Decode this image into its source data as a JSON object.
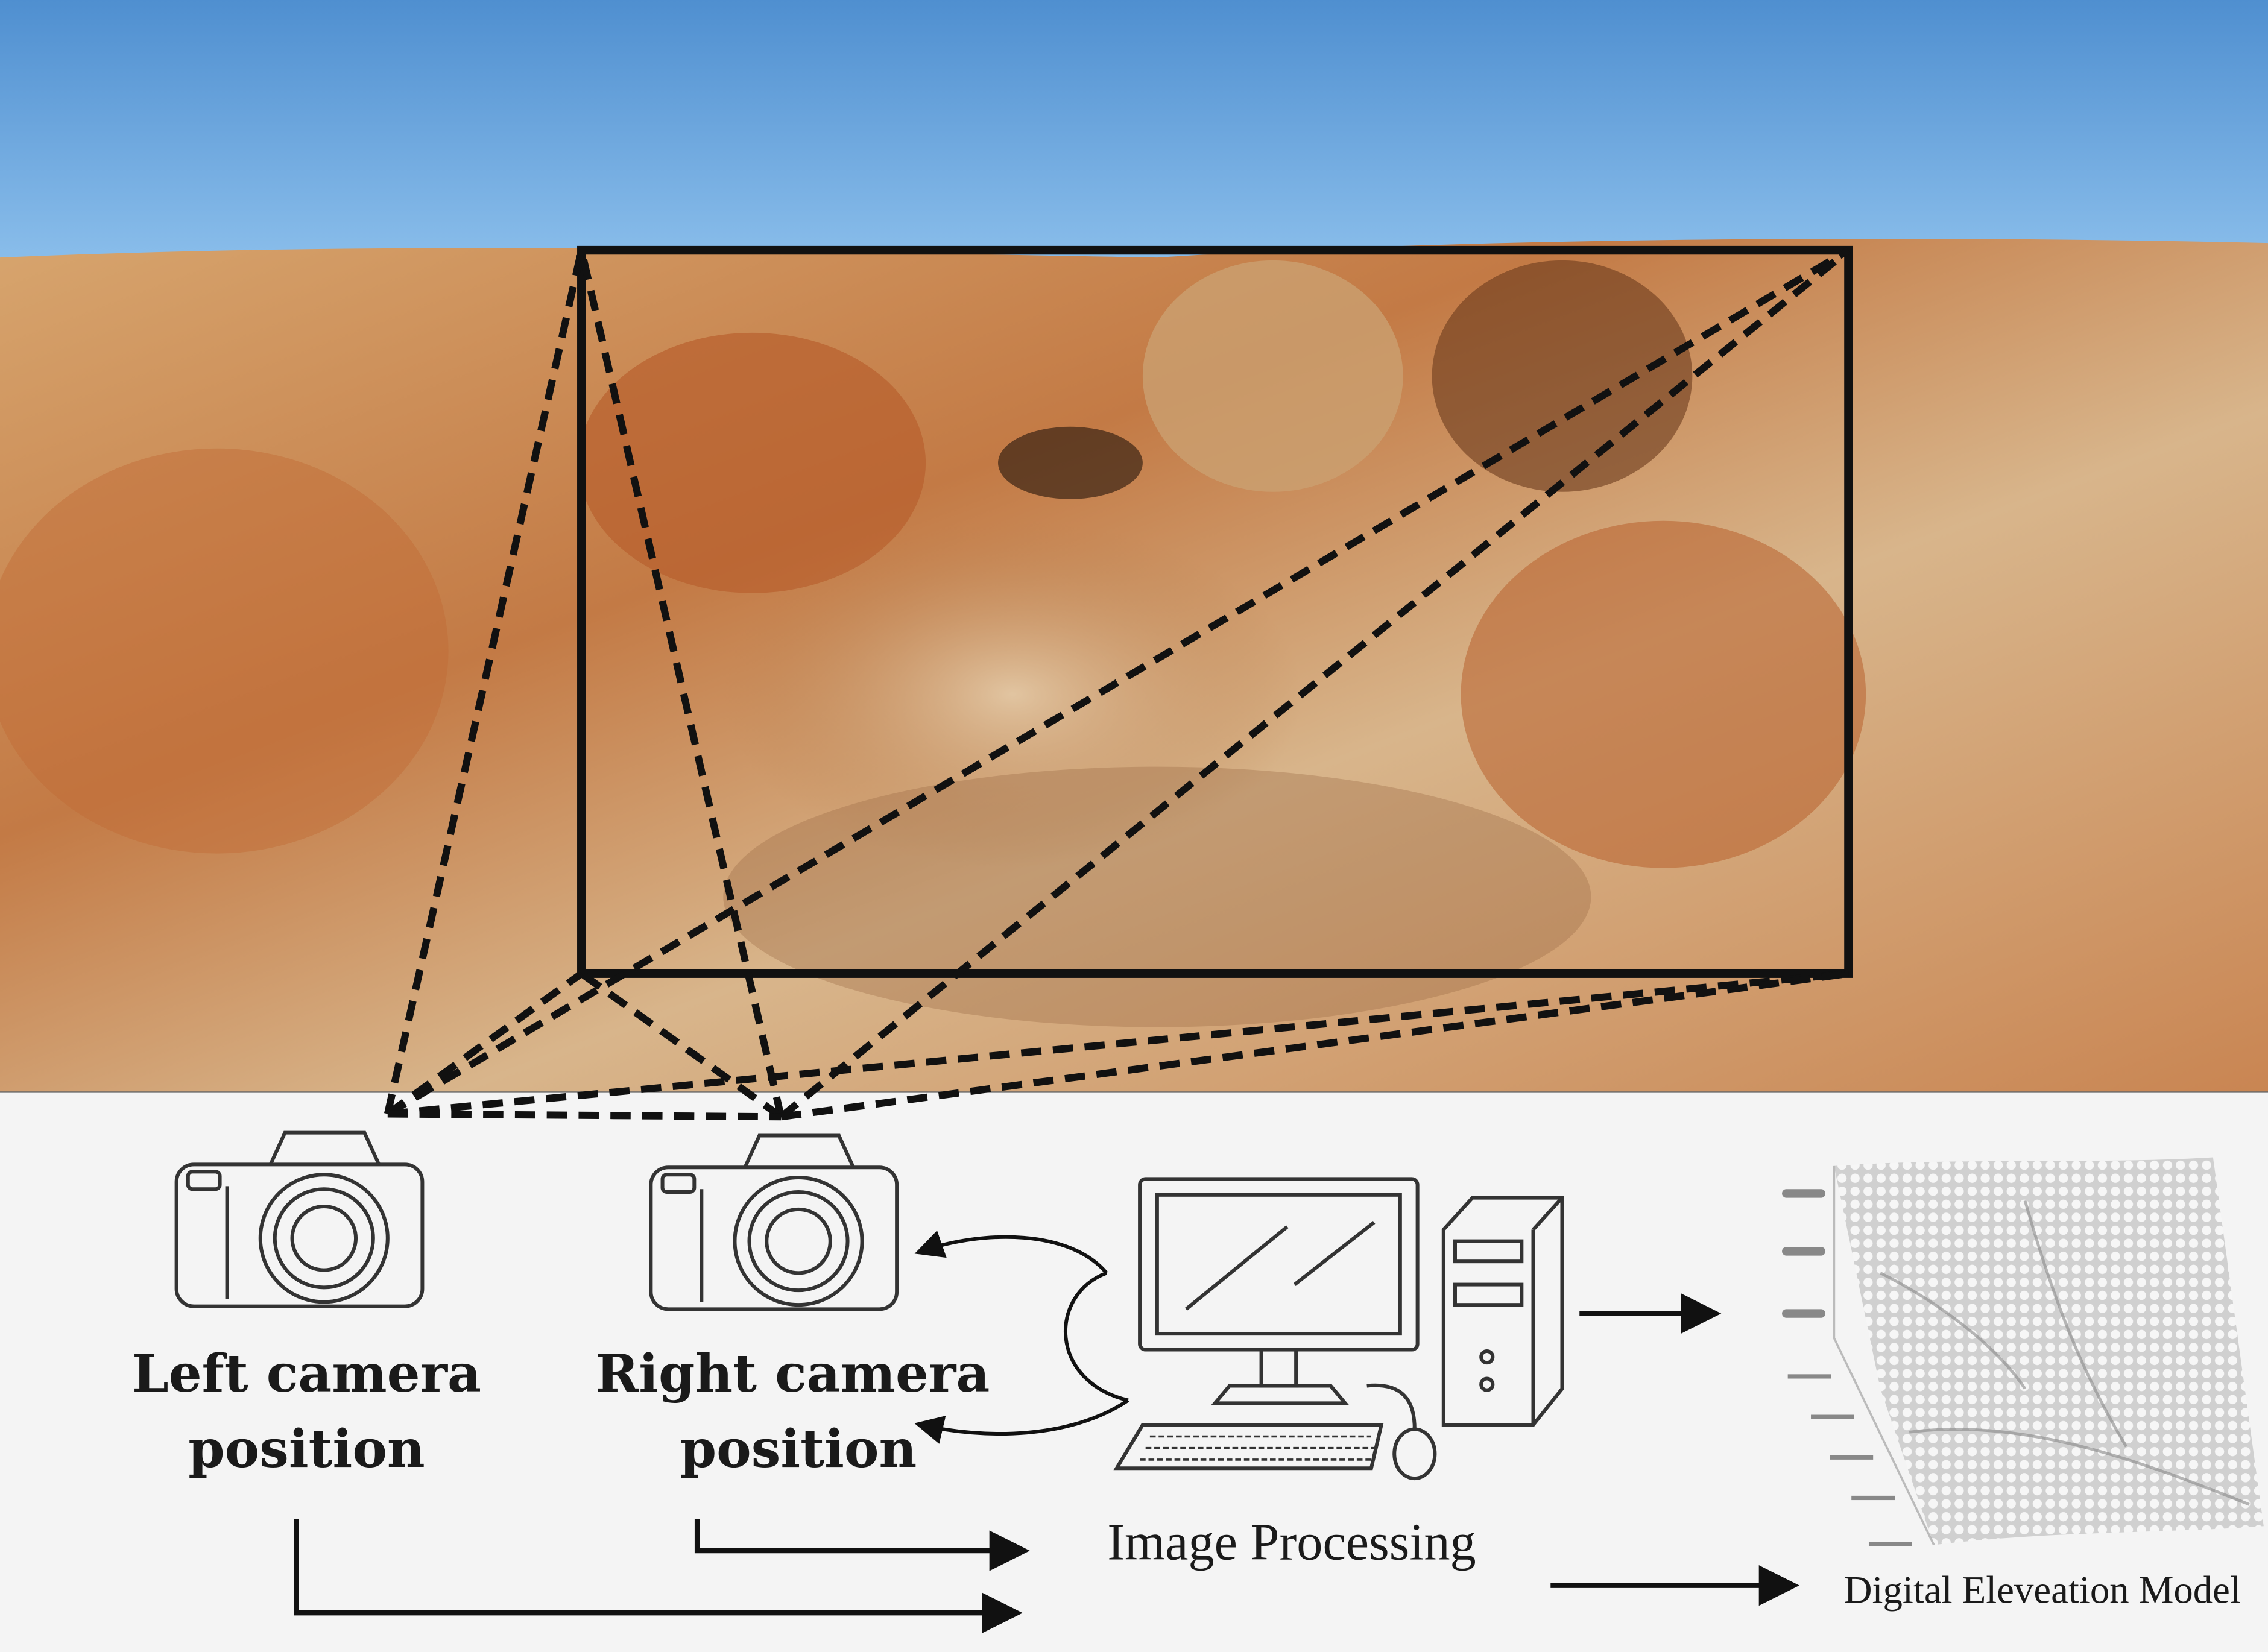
{
  "labels": {
    "left_camera_line1": "Left camera",
    "left_camera_line2": "position",
    "right_camera_line1": "Right camera",
    "right_camera_line2": "position",
    "image_processing": "Image Processing",
    "dem": "Digital Eleveation Model"
  },
  "colors": {
    "sky_top": "#4f8fd0",
    "sky_bottom": "#8dc0ec",
    "soil_light": "#d9ac78",
    "soil_red": "#c0703a",
    "panel_bg": "#f4f4f4",
    "line": "#111111"
  }
}
